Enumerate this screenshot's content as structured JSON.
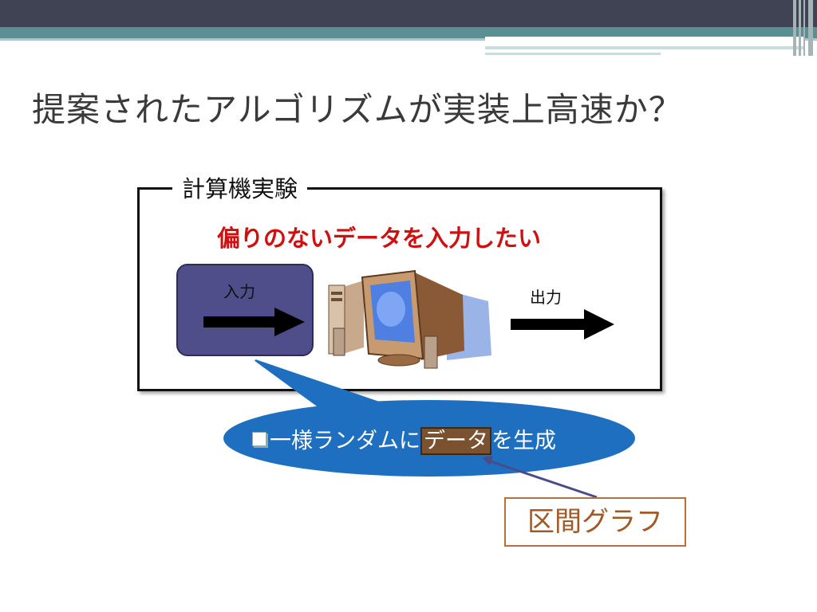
{
  "slide": {
    "title": "提案されたアルゴリズムが実装上高速か？"
  },
  "experiment": {
    "label": "計算機実験",
    "goal": "偏りのないデータを入力したい",
    "input_label": "入力",
    "output_label": "出力"
  },
  "callout": {
    "prefix": "一様ランダムに",
    "highlight": "データ",
    "suffix": "を生成"
  },
  "annotation": {
    "label": "区間グラフ"
  },
  "colors": {
    "header_dark": "#3f4353",
    "header_teal": "#5b8f93",
    "callout_blue": "#1f6fc0",
    "input_box": "#4f4e8a",
    "goal_red": "#d01010",
    "annotation_orange": "#a15a27"
  }
}
